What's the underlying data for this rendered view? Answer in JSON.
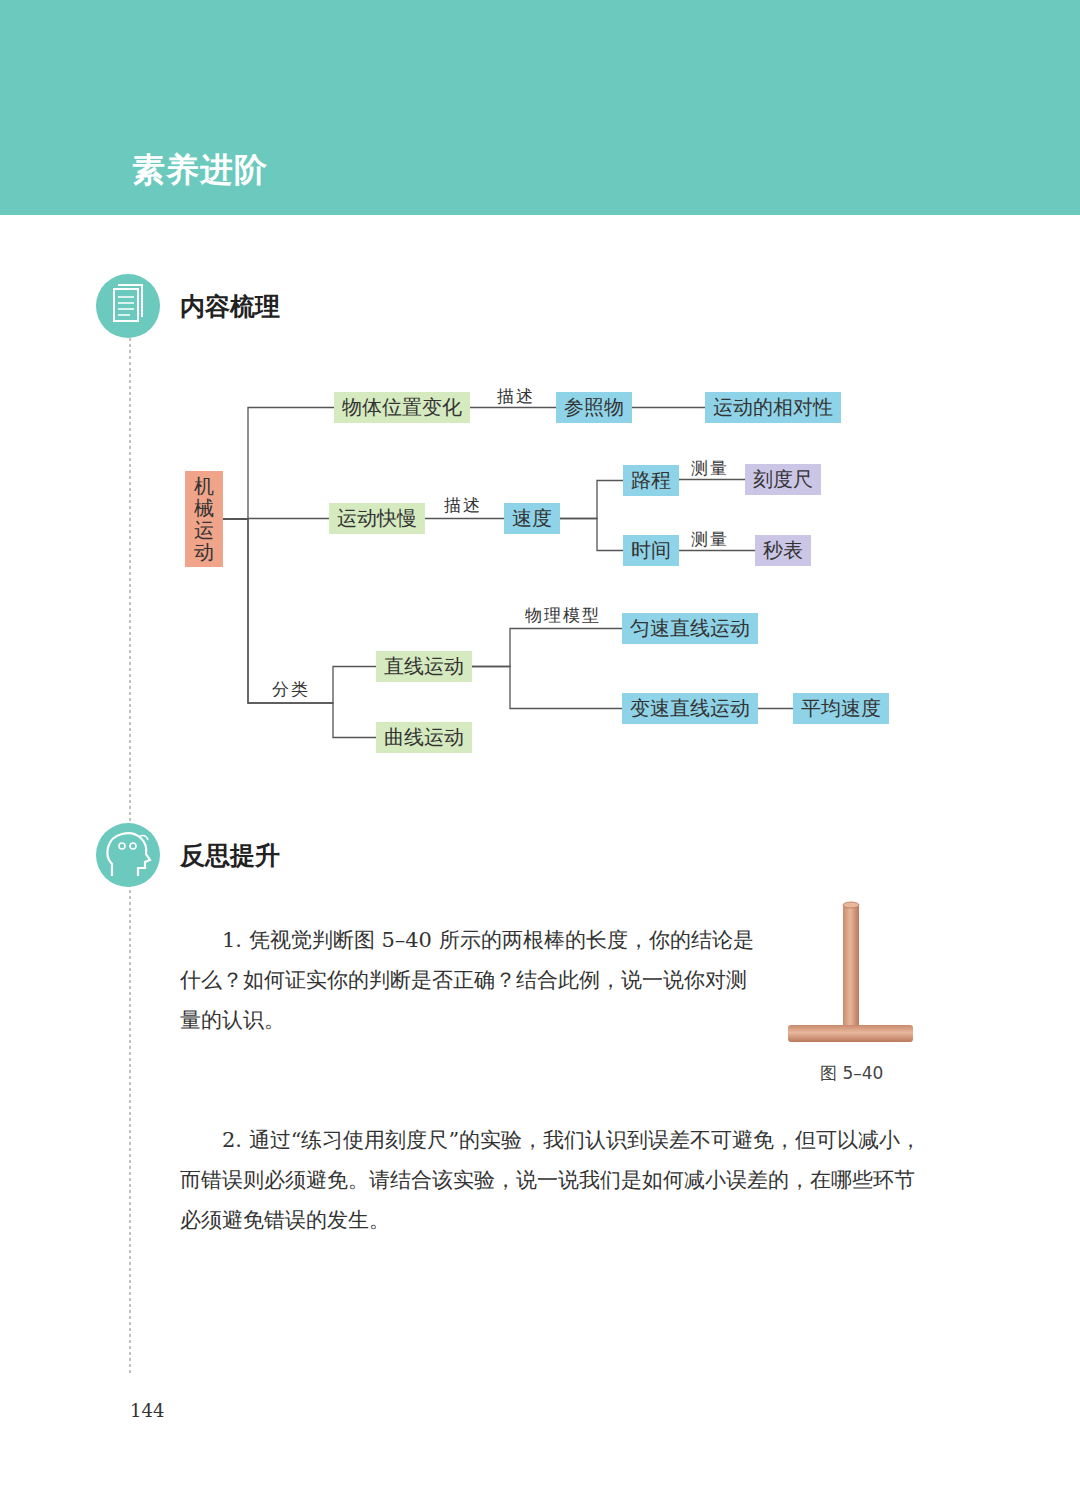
{
  "diagram": {
    "title": "素养进阶",
    "caption": "图 5–40",
    "nodes": [
      {
        "text": [
          "机械运动"
        ]
      },
      {
        "text": [
          "物体位置变化"
        ]
      },
      {
        "text": [
          "参照物"
        ]
      },
      {
        "text": [
          "运动的相对性"
        ]
      },
      {
        "text": [
          "运动快慢"
        ]
      },
      {
        "text": [
          "速度"
        ]
      },
      {
        "text": [
          "路程"
        ]
      },
      {
        "text": [
          "刻度尺"
        ]
      },
      {
        "text": [
          "时间"
        ]
      },
      {
        "text": [
          "秒表"
        ]
      },
      {
        "text": [
          "直线运动"
        ]
      },
      {
        "text": [
          "曲线运动"
        ]
      },
      {
        "text": [
          "匀速直线运动"
        ]
      },
      {
        "text": [
          "变速直线运动"
        ]
      },
      {
        "text": [
          "平均速度"
        ]
      }
    ],
    "edges": [
      {
        "from": 0,
        "to": 1,
        "arrow": "none"
      },
      {
        "from": 1,
        "to": 2,
        "label": "描述",
        "arrow": "none"
      },
      {
        "from": 2,
        "to": 3,
        "arrow": "none"
      },
      {
        "from": 0,
        "to": 4,
        "arrow": "none"
      },
      {
        "from": 4,
        "to": 5,
        "label": "描述",
        "arrow": "none"
      },
      {
        "from": 5,
        "to": 6,
        "arrow": "none"
      },
      {
        "from": 6,
        "to": 7,
        "label": "测量",
        "arrow": "none"
      },
      {
        "from": 5,
        "to": 8,
        "arrow": "none"
      },
      {
        "from": 8,
        "to": 9,
        "label": "测量",
        "arrow": "none"
      },
      {
        "from": 0,
        "to": 10,
        "label": "分类",
        "arrow": "none"
      },
      {
        "from": 0,
        "to": 11,
        "arrow": "none"
      },
      {
        "from": 10,
        "to": 12,
        "label": "物理模型",
        "arrow": "none"
      },
      {
        "from": 10,
        "to": 13,
        "arrow": "none"
      },
      {
        "from": 13,
        "to": 14,
        "arrow": "none"
      }
    ],
    "labels": [
      "内容梳理",
      "反思提升",
      "1. 凭视觉判断图 5–40 所示的两根棒的长度，你的结论是什么？如何证实你的判断是否正确？结合此例，说一说你对测量的认识。",
      "2. 通过“练习使用刻度尺”的实验，我们认识到误差不可避免，但可以减小，而错误则必须避免。请结合该实验，说一说我们是如何减小误差的，在哪些环节必须避免错误的发生。",
      "144"
    ]
  }
}
